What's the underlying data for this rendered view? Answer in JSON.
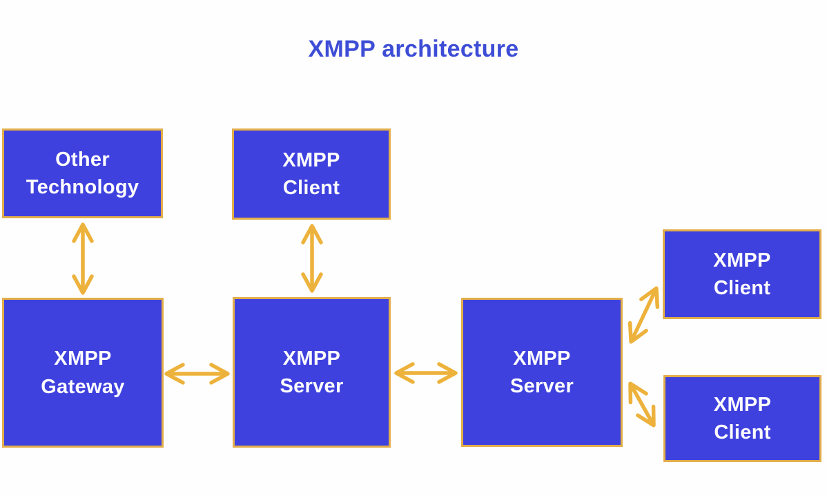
{
  "title": "XMPP architecture",
  "colors": {
    "box_fill": "#3f41de",
    "box_border": "#e2ae4a",
    "arrow": "#edb23c",
    "title_text": "#3d4dd6",
    "box_text": "#fdfdff",
    "bg": "#fefefe"
  },
  "nodes": [
    {
      "id": "other-technology",
      "line1": "Other",
      "line2": "Technology"
    },
    {
      "id": "xmpp-client-top",
      "line1": "XMPP",
      "line2": "Client"
    },
    {
      "id": "xmpp-gateway",
      "line1": "XMPP",
      "line2": "Gateway"
    },
    {
      "id": "xmpp-server-left",
      "line1": "XMPP",
      "line2": "Server"
    },
    {
      "id": "xmpp-server-right",
      "line1": "XMPP",
      "line2": "Server"
    },
    {
      "id": "xmpp-client-right-top",
      "line1": "XMPP",
      "line2": "Client"
    },
    {
      "id": "xmpp-client-right-bottom",
      "line1": "XMPP",
      "line2": "Client"
    }
  ],
  "connections": [
    {
      "from": "other-technology",
      "to": "xmpp-gateway",
      "direction": "bidirectional",
      "orientation": "vertical"
    },
    {
      "from": "xmpp-client-top",
      "to": "xmpp-server-left",
      "direction": "bidirectional",
      "orientation": "vertical"
    },
    {
      "from": "xmpp-gateway",
      "to": "xmpp-server-left",
      "direction": "bidirectional",
      "orientation": "horizontal"
    },
    {
      "from": "xmpp-server-left",
      "to": "xmpp-server-right",
      "direction": "bidirectional",
      "orientation": "horizontal"
    },
    {
      "from": "xmpp-server-right",
      "to": "xmpp-client-right-top",
      "direction": "bidirectional",
      "orientation": "diagonal"
    },
    {
      "from": "xmpp-server-right",
      "to": "xmpp-client-right-bottom",
      "direction": "bidirectional",
      "orientation": "diagonal"
    }
  ]
}
